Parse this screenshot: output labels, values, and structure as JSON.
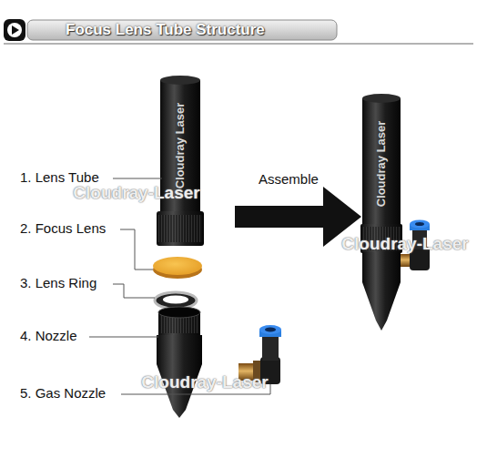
{
  "diagram": {
    "title": "Focus Lens Tube Structure",
    "labels": [
      "1. Lens Tube",
      "2. Focus Lens",
      "3. Lens Ring",
      "4. Nozzle",
      "5. Gas Nozzle",
      "Assemble",
      "Cloudray Laser",
      "Cloudray Laser",
      "Cloudray-Laser",
      "Cloudray-Laser",
      "Cloudray-Laser"
    ]
  }
}
